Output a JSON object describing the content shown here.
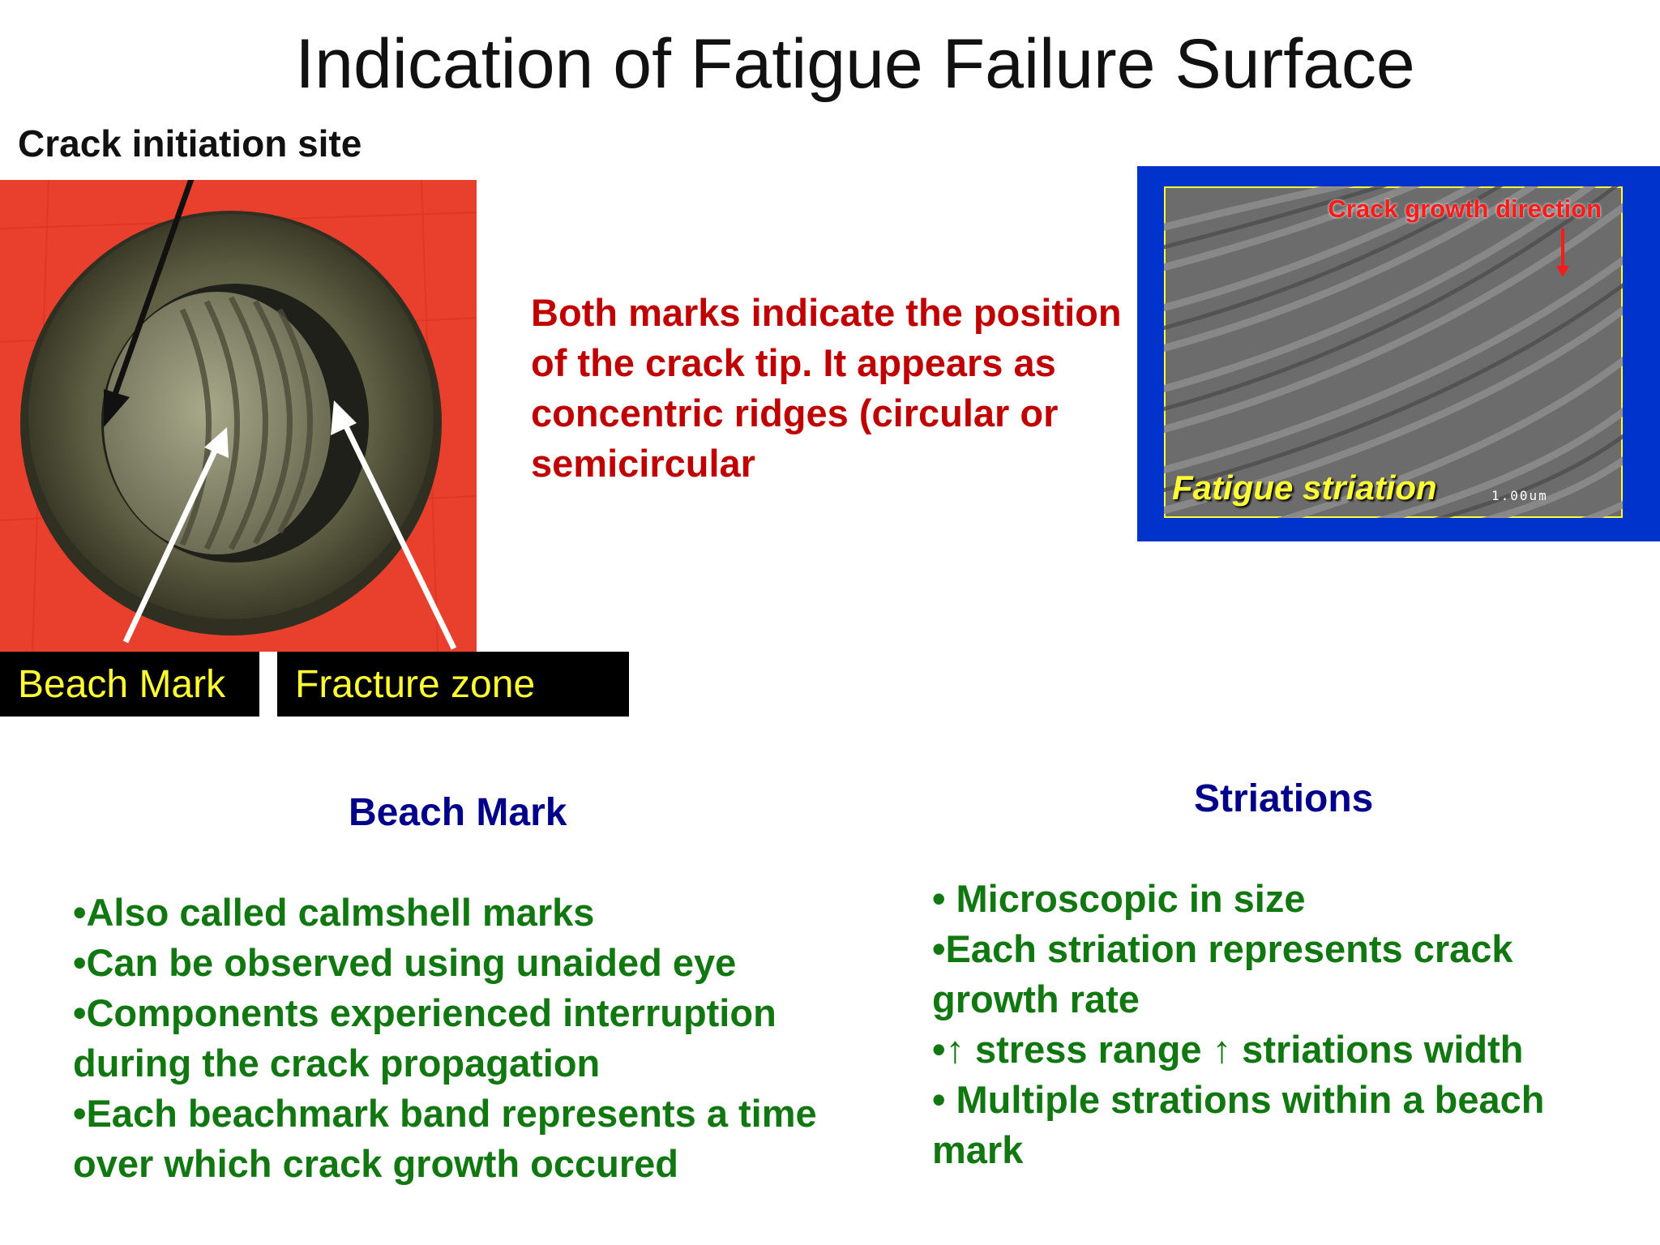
{
  "slide": {
    "title": "Indication of Fatigue Failure Surface",
    "photo_labels": {
      "crack_initiation": "Crack initiation site",
      "beach_mark": "Beach Mark",
      "fracture_zone": "Fracture zone"
    },
    "explanation": "Both marks indicate the position of the crack tip. It appears as concentric ridges (circular or semicircular",
    "sem_image": {
      "direction_label": "Crack growth direction",
      "caption": "Fatigue striation",
      "scale_text": "1.00um"
    },
    "beach_mark": {
      "heading": "Beach Mark",
      "items": [
        "•Also called calmshell marks",
        "•Can be observed using unaided eye",
        "•Components experienced interruption during the crack propagation",
        "•Each beachmark band represents a time over which crack growth occured"
      ]
    },
    "striations": {
      "heading": "Striations",
      "items": [
        "• Microscopic in size",
        "•Each striation represents crack growth rate",
        "•↑ stress range ↑ striations width",
        "• Multiple strations within a beach mark"
      ]
    }
  }
}
